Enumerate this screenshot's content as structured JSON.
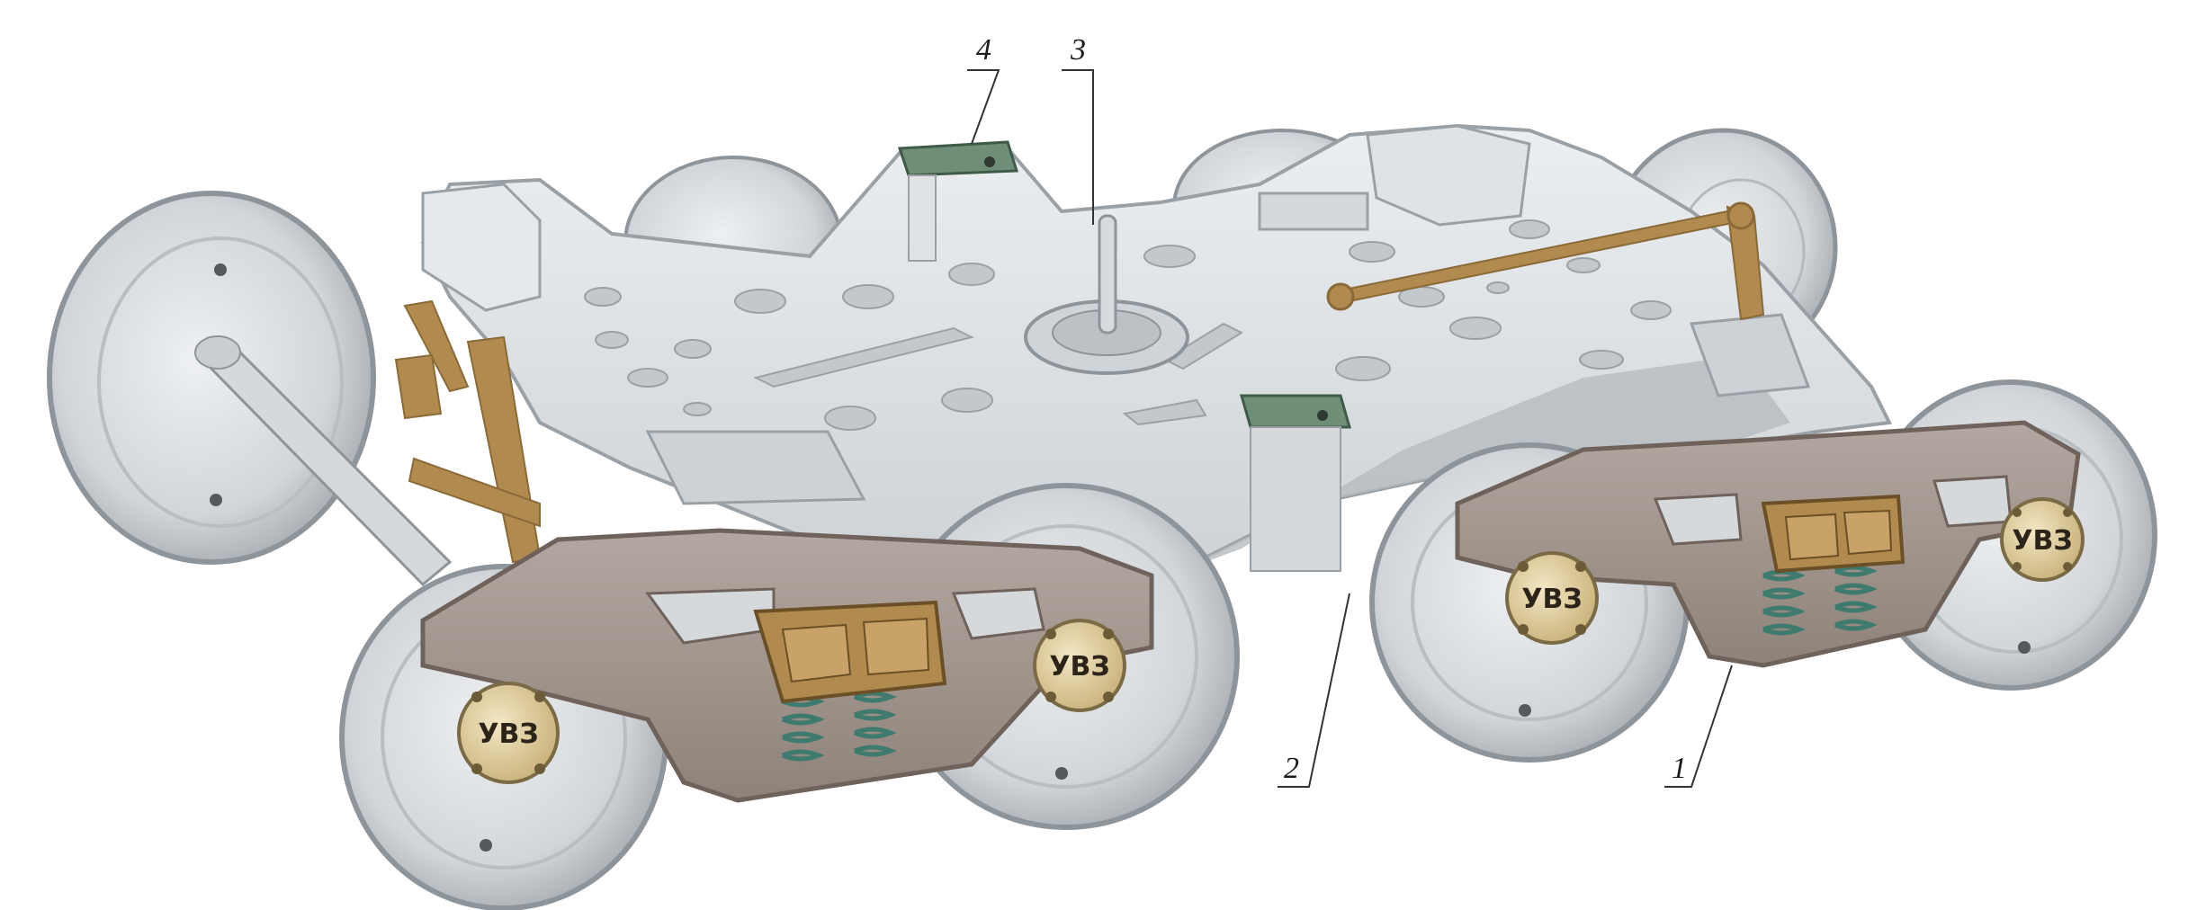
{
  "callouts": [
    {
      "id": "1",
      "label": "1"
    },
    {
      "id": "2",
      "label": "2"
    },
    {
      "id": "3",
      "label": "3"
    },
    {
      "id": "4",
      "label": "4"
    }
  ],
  "axle_box_marking": "УВЗ",
  "colors": {
    "body": "#dfe3e6",
    "body_shadow": "#b9bec3",
    "frame": "#a99e97",
    "frame_dark": "#877a72",
    "wheel_face": "#cfd3d6",
    "wheel_rim": "#9aa0a5",
    "brass": "#b08a4e",
    "spring": "#5aa597",
    "pad_green": "#6e8e78",
    "cap": "#e4d4a8",
    "line": "#333333"
  }
}
